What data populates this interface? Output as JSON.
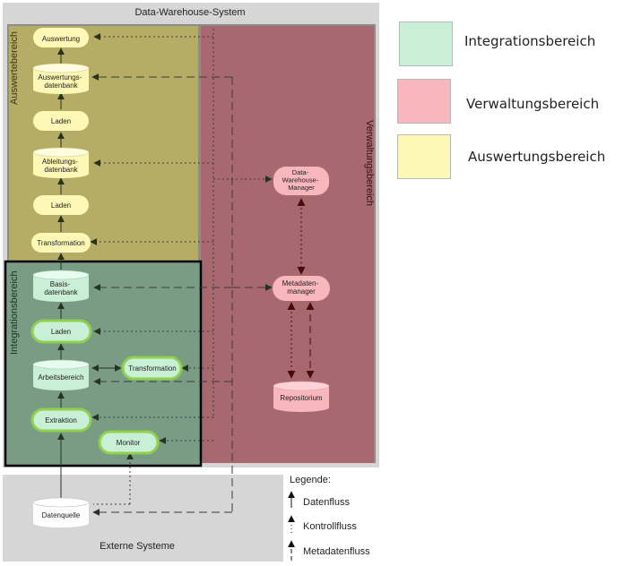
{
  "diagram": {
    "system_title": "Data-Warehouse-System",
    "external_title": "Externe Systeme",
    "regions": {
      "auswertebereich": "Auswertebereich",
      "verwaltungsbereich": "Verwaltungsbereich",
      "integrationsbereich": "Integrationsbereich"
    },
    "nodes": {
      "auswertung": "Auswertung",
      "auswertungs_db": [
        "Auswertungs-",
        "datenbank"
      ],
      "laden_top": "Laden",
      "ableitungs_db": [
        "Ableitungs-",
        "datenbank"
      ],
      "laden_mid": "Laden",
      "transformation_top": "Transformation",
      "basis_db": [
        "Basis-",
        "datenbank"
      ],
      "laden_int": "Laden",
      "arbeitsbereich": "Arbeitsbereich",
      "transformation_int": "Transformation",
      "extraktion": "Extraktion",
      "monitor": "Monitor",
      "datenquelle": "Datenquelle",
      "dw_manager": [
        "Data-",
        "Warehouse-",
        "Manager"
      ],
      "metadatenmanager": [
        "Metadaten-",
        "manager"
      ],
      "repositorium": "Repositorium"
    },
    "flow_legend": {
      "title": "Legende:",
      "datenfluss": "Datenfluss",
      "kontrollfluss": "Kontrollfluss",
      "metadatenfluss": "Metadatenfluss"
    }
  },
  "legend": {
    "integrationsbereich": "Integrationsbereich",
    "verwaltungsbereich": "Verwaltungsbereich",
    "auswertungsbereich": "Auswertungsbereich"
  },
  "colors": {
    "integration_green": "#c9f0d6",
    "verwaltung_pink": "#f8b6bd",
    "auswertung_yellow": "#fdf8b6",
    "outer_gray": "#d6d6d6",
    "dark_gray": "#8c8c8c",
    "verwaltung_region": "#a86870",
    "auswerte_region": "#b5ac66",
    "integration_region": "#7a9c84",
    "node_highlight": "#8fd14f",
    "arrow": "#2c2c2c",
    "dw_arrow": "#5a0c0c"
  }
}
